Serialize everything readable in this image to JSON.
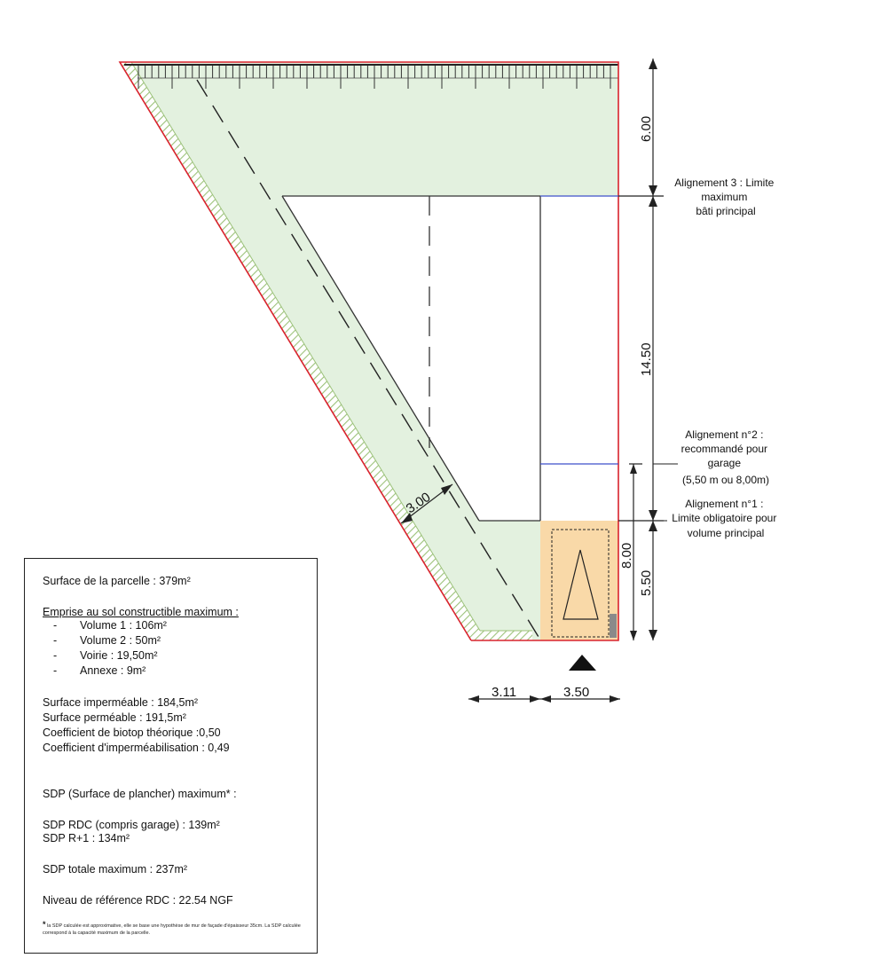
{
  "plan": {
    "dimensions": {
      "top_setback": "6.00",
      "middle_depth": "14.50",
      "garage_depth_a": "8.00",
      "garage_depth_b": "5.50",
      "side_band": "3.00",
      "bottom_left": "3.11",
      "bottom_right": "3.50"
    },
    "alignments": {
      "a3": [
        "Alignement 3 : Limite",
        "maximum",
        "bâti principal"
      ],
      "a2": [
        "Alignement n°2 :",
        "recommandé pour",
        "garage",
        "(5,50 m ou 8,00m)"
      ],
      "a1": [
        "Alignement n°1 :",
        "Limite obligatoire pour",
        "volume principal"
      ]
    },
    "colors": {
      "green_zone": "#e3f1df",
      "parcel_outline": "#d9232d",
      "garage_zone": "#f9d9a8",
      "alignment_line": "#3f4fc9",
      "hatch": "#9cc27a"
    }
  },
  "summary": {
    "surface_parcelle": "Surface de la parcelle : 379m²",
    "emprise_title": "Emprise au sol constructible maximum :",
    "emprise_items": [
      "Volume 1 : 106m²",
      "Volume 2 : 50m²",
      "Voirie : 19,50m²",
      "Annexe : 9m²"
    ],
    "dash": "-",
    "surface_impermeable": "Surface imperméable : 184,5m²",
    "surface_permeable": "Surface perméable : 191,5m²",
    "coef_biotop": "Coefficient de biotop théorique :0,50",
    "coef_impermeabilisation": "Coefficient d'imperméabilisation : 0,49",
    "sdp_title": "SDP (Surface de plancher) maximum* :",
    "sdp_rdc": "SDP RDC (compris garage) : 139m²",
    "sdp_r1": "SDP R+1 : 134m²",
    "sdp_totale": "SDP totale maximum : 237m²",
    "niveau_ref": "Niveau de référence RDC : 22.54 NGF",
    "footnote_star": "*",
    "footnote": "la SDP calculée est approximative, elle se base une hypothèse de mur de façade d'épaisseur 35cm. La SDP calculée correspond à la capacité maximum de la parcelle."
  }
}
